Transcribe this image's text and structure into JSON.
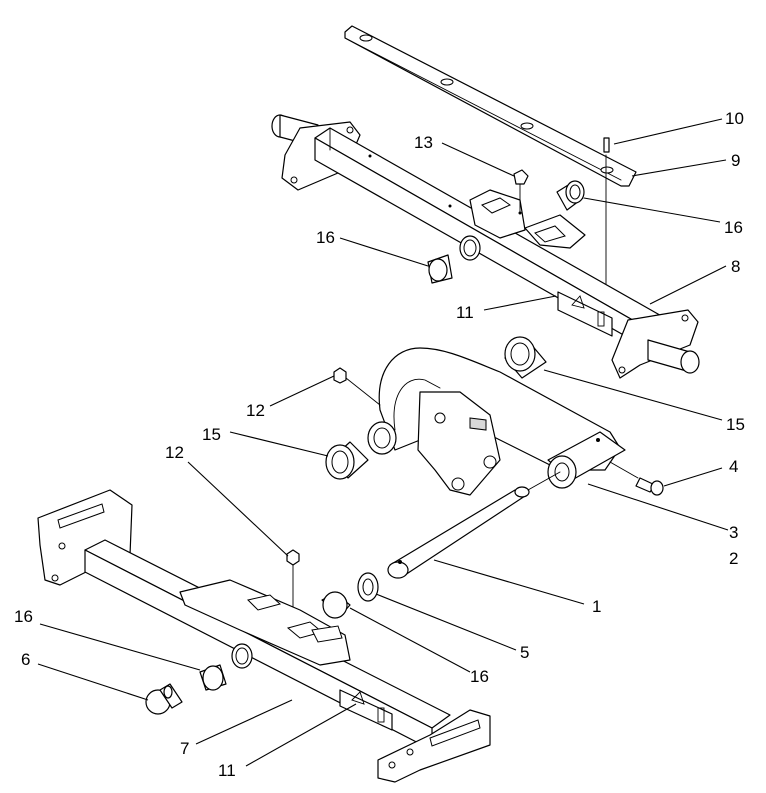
{
  "callouts": [
    {
      "id": "c10",
      "label": "10"
    },
    {
      "id": "c9",
      "label": "9"
    },
    {
      "id": "c13",
      "label": "13"
    },
    {
      "id": "c16a",
      "label": "16"
    },
    {
      "id": "c16b",
      "label": "16"
    },
    {
      "id": "c8",
      "label": "8"
    },
    {
      "id": "c11a",
      "label": "11"
    },
    {
      "id": "c12a",
      "label": "12"
    },
    {
      "id": "c15a",
      "label": "15"
    },
    {
      "id": "c15b",
      "label": "15"
    },
    {
      "id": "c12b",
      "label": "12"
    },
    {
      "id": "c4",
      "label": "4"
    },
    {
      "id": "c3",
      "label": "3"
    },
    {
      "id": "c2",
      "label": "2"
    },
    {
      "id": "c1",
      "label": "1"
    },
    {
      "id": "c16c",
      "label": "16"
    },
    {
      "id": "c5",
      "label": "5"
    },
    {
      "id": "c16d",
      "label": "16"
    },
    {
      "id": "c6",
      "label": "6"
    },
    {
      "id": "c7",
      "label": "7"
    },
    {
      "id": "c11b",
      "label": "11"
    }
  ]
}
